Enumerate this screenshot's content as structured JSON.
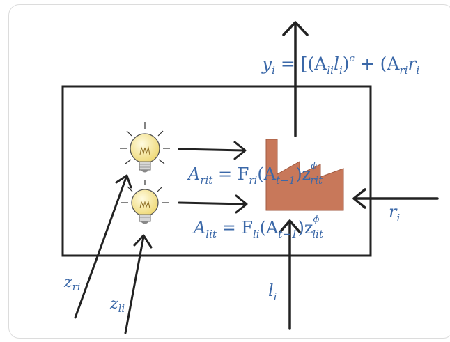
{
  "output_eq": {
    "y": "y",
    "y_sub": "i",
    "eq": " = [(A",
    "li": "li",
    "l": "l",
    "l_sub": "i",
    "close1": ")",
    "eps": "ϵ",
    "plus": " + (A",
    "ri": "ri",
    "r": "r",
    "r_sub": "i"
  },
  "arit_eq": {
    "A": "A",
    "sub_rit": "rit",
    "eq": " = F",
    "sub_ri": "ri",
    "paren": "(A",
    "sub_t": "t−1",
    "close": ")z",
    "sup_phi": "ϕ",
    "sub_rit2": "rit"
  },
  "alit_eq": {
    "A": "A",
    "sub_lit": "lit",
    "eq": " = F",
    "sub_li": "li",
    "paren": "(A",
    "sub_t": "t−1",
    "close": ")z",
    "sup_phi": "ϕ",
    "sub_lit2": "lit"
  },
  "inputs": {
    "z_ri": "z",
    "z_ri_sub": "ri",
    "z_li": "z",
    "z_li_sub": "li",
    "l": "l",
    "l_sub": "i",
    "r": "r",
    "r_sub": "i"
  },
  "colors": {
    "arrow": "#222222",
    "factory": "#c8785a",
    "bulb": "#f3e79a",
    "math": "#3b68a8"
  }
}
